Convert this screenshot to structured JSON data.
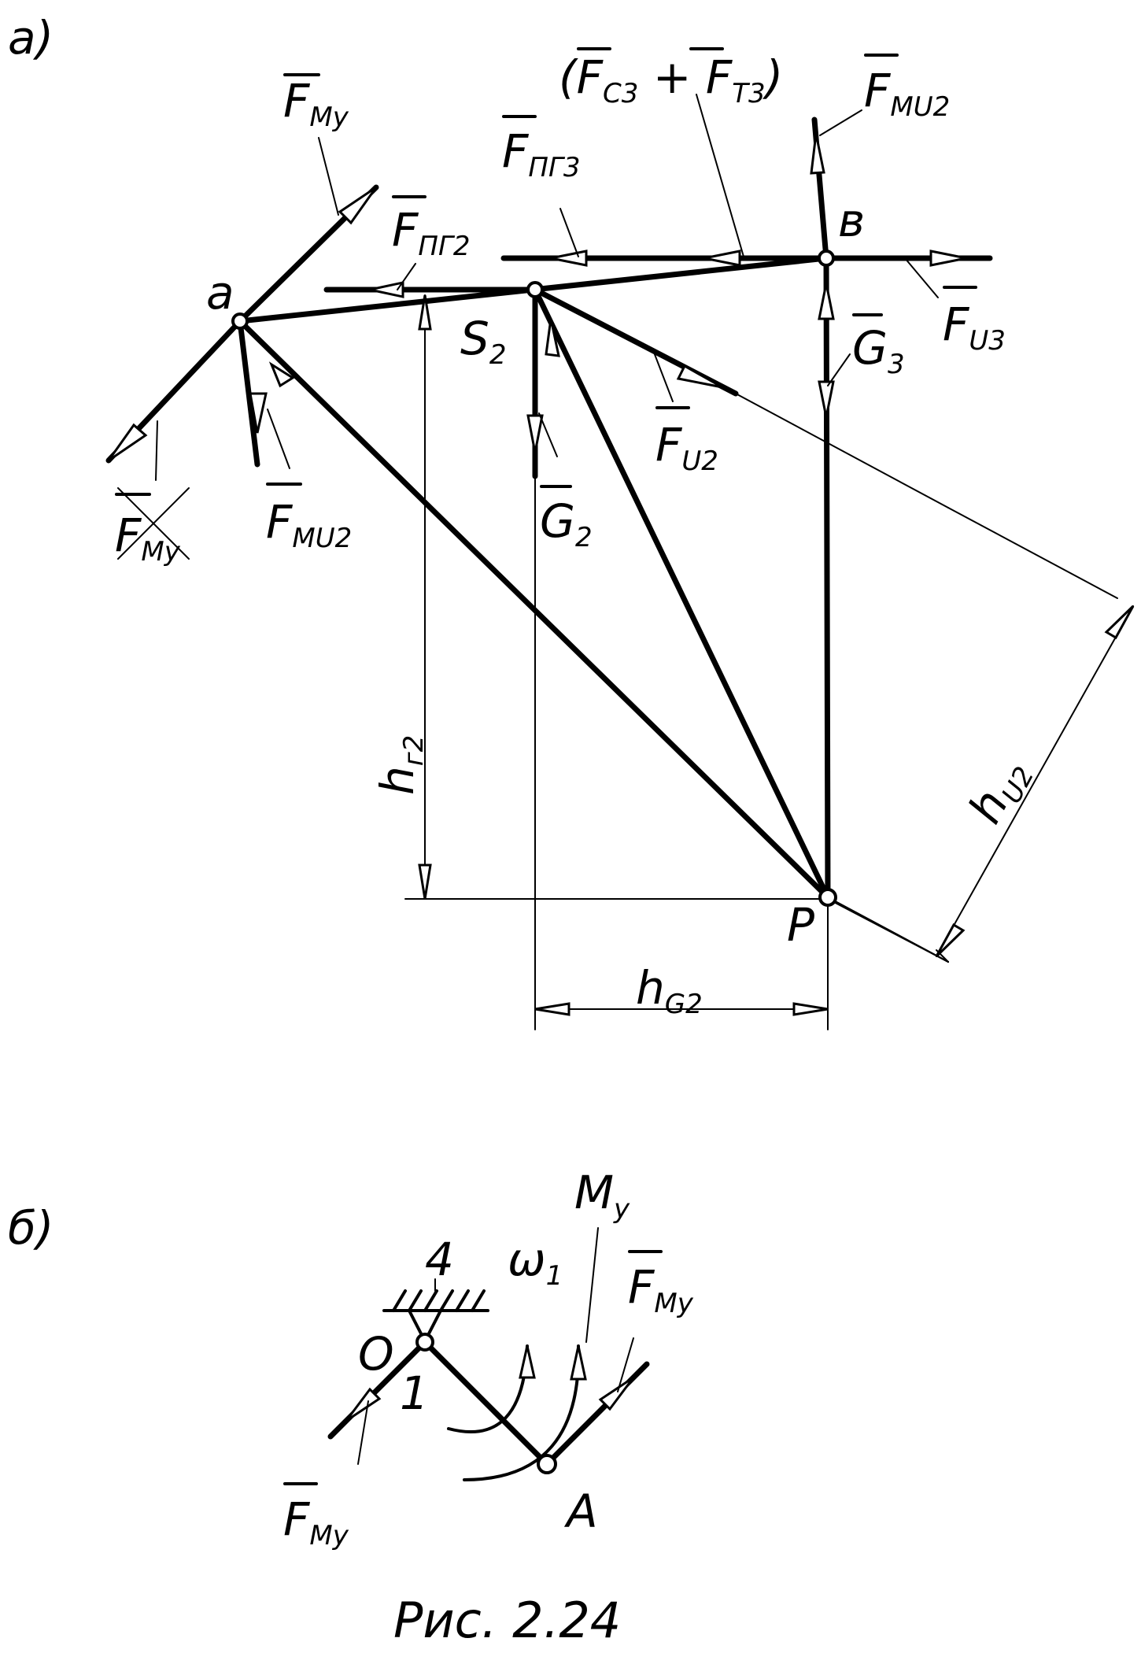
{
  "panel_a": {
    "tag": "а)",
    "points": {
      "a": "a",
      "b": "в",
      "p": "P",
      "s2": "S",
      "s2_sub": "2"
    },
    "forces": {
      "f_my_top": {
        "main": "F",
        "sub": "Mу"
      },
      "f_my_bottom": {
        "main": "F",
        "sub": "Mу"
      },
      "f_mu2_a": {
        "main": "F",
        "sub": "MU2"
      },
      "f_mu2_b": {
        "main": "F",
        "sub": "MU2"
      },
      "f_pg2": {
        "main": "F",
        "sub": "ПГ2"
      },
      "f_pg3": {
        "main": "F",
        "sub": "ПГ3"
      },
      "f_sum_open": "(",
      "f_sum_c3": {
        "main": "F",
        "sub": "C3"
      },
      "f_sum_plus": " + ",
      "f_sum_t3": {
        "main": "F",
        "sub": "T3"
      },
      "f_sum_close": ")",
      "f_u2": {
        "main": "F",
        "sub": "U2"
      },
      "f_u3": {
        "main": "F",
        "sub": "U3"
      },
      "g2": {
        "main": "G",
        "sub": "2"
      },
      "g3": {
        "main": "G",
        "sub": "3"
      }
    },
    "dims": {
      "h_g2": {
        "main": "h",
        "sub": "G2"
      },
      "h_r2": {
        "main": "h",
        "sub": "г2"
      },
      "h_u2": {
        "main": "h",
        "sub": "U2"
      }
    }
  },
  "panel_b": {
    "tag": "б)",
    "ground_label": "4",
    "link_label": "1",
    "point_o": "O",
    "point_a": "A",
    "omega": {
      "main": "ω",
      "sub": "1"
    },
    "moment": {
      "main": "M",
      "sub": "у"
    },
    "f_my_left": {
      "main": "F",
      "sub": "Mу"
    },
    "f_my_right": {
      "main": "F",
      "sub": "Mу"
    }
  },
  "caption": "Рис. 2.24"
}
